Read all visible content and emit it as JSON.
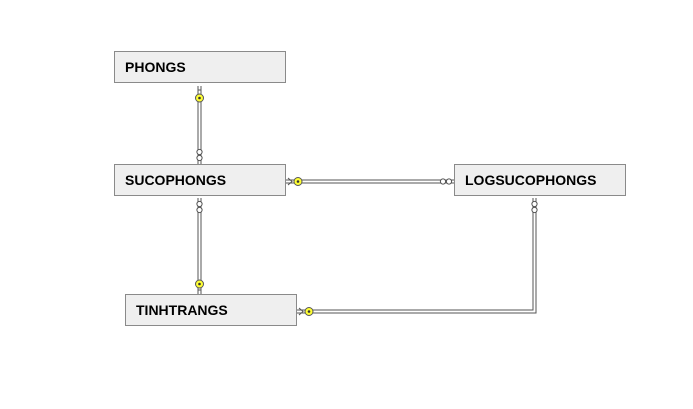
{
  "entities": {
    "phongs": "PHONGS",
    "sucophongs": "SUCOPHONGS",
    "logsucophongs": "LOGSUCOPHONGS",
    "tinhtrangs": "TINHTRANGS"
  },
  "relationships": [
    {
      "from": "PHONGS",
      "to": "SUCOPHONGS",
      "from_end": "key",
      "to_end": "infinity"
    },
    {
      "from": "SUCOPHONGS",
      "to": "LOGSUCOPHONGS",
      "from_end": "key",
      "to_end": "infinity"
    },
    {
      "from": "TINHTRANGS",
      "to": "SUCOPHONGS",
      "from_end": "key",
      "to_end": "infinity"
    },
    {
      "from": "TINHTRANGS",
      "to": "LOGSUCOPHONGS",
      "from_end": "key",
      "to_end": "infinity"
    }
  ],
  "colors": {
    "entity_fill": "#efefef",
    "entity_border": "#8a8a8a",
    "connector": "#555555",
    "key_symbol": "#ffff33"
  }
}
